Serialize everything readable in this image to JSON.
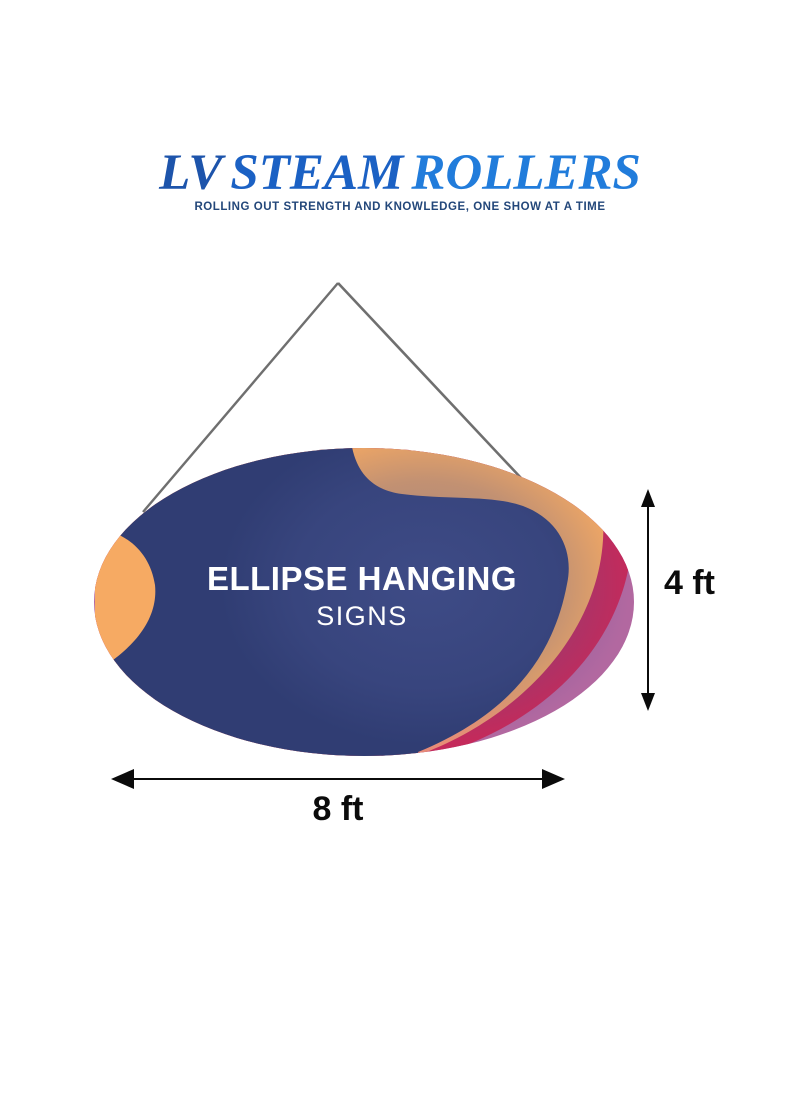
{
  "page": {
    "background": "#ffffff"
  },
  "logo": {
    "words": [
      {
        "text": "LV",
        "color": "#1d54ab"
      },
      {
        "text": "STEAM",
        "color": "#1b61c4"
      },
      {
        "text": "ROLLERS",
        "color": "#217cdb"
      }
    ],
    "tagline": "ROLLING OUT STRENGTH AND KNOWLEDGE, ONE SHOW AT A TIME",
    "tagline_color": "#23477a"
  },
  "sign": {
    "line1": "ELLIPSE HANGING",
    "line2": "SIGNS",
    "text_color": "#ffffff",
    "colors": {
      "navy": "#303d73",
      "navy_highlight": "#4a5796",
      "orange": "#f6aa63",
      "orange_tail": "#e2837e",
      "crimson": "#c42a5b",
      "mauve": "#b268a0",
      "string": "#6f6f6f"
    }
  },
  "dimensions": {
    "height_label": "4 ft",
    "width_label": "8 ft",
    "arrow_color": "#0b0b0b"
  }
}
